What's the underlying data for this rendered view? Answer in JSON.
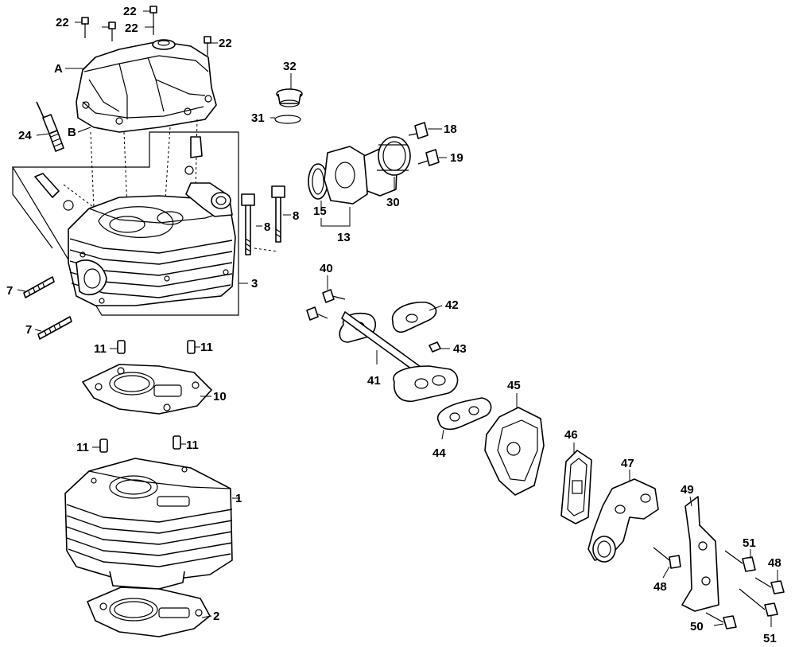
{
  "labels": [
    {
      "id": "22a",
      "text": "22"
    },
    {
      "id": "22b",
      "text": "22"
    },
    {
      "id": "22c",
      "text": "22"
    },
    {
      "id": "22d",
      "text": "22"
    },
    {
      "id": "A",
      "text": "A"
    },
    {
      "id": "B",
      "text": "B"
    },
    {
      "id": "24",
      "text": "24"
    },
    {
      "id": "32",
      "text": "32"
    },
    {
      "id": "31",
      "text": "31"
    },
    {
      "id": "18",
      "text": "18"
    },
    {
      "id": "19",
      "text": "19"
    },
    {
      "id": "30",
      "text": "30"
    },
    {
      "id": "15",
      "text": "15"
    },
    {
      "id": "13",
      "text": "13"
    },
    {
      "id": "8a",
      "text": "8"
    },
    {
      "id": "8b",
      "text": "8"
    },
    {
      "id": "3",
      "text": "3"
    },
    {
      "id": "7a",
      "text": "7"
    },
    {
      "id": "7b",
      "text": "7"
    },
    {
      "id": "40",
      "text": "40"
    },
    {
      "id": "42",
      "text": "42"
    },
    {
      "id": "43",
      "text": "43"
    },
    {
      "id": "41",
      "text": "41"
    },
    {
      "id": "11a",
      "text": "11"
    },
    {
      "id": "11b",
      "text": "11"
    },
    {
      "id": "10",
      "text": "10"
    },
    {
      "id": "45",
      "text": "45"
    },
    {
      "id": "44",
      "text": "44"
    },
    {
      "id": "46",
      "text": "46"
    },
    {
      "id": "11c",
      "text": "11"
    },
    {
      "id": "11d",
      "text": "11"
    },
    {
      "id": "47",
      "text": "47"
    },
    {
      "id": "49",
      "text": "49"
    },
    {
      "id": "1",
      "text": "1"
    },
    {
      "id": "51a",
      "text": "51"
    },
    {
      "id": "48a",
      "text": "48"
    },
    {
      "id": "48b",
      "text": "48"
    },
    {
      "id": "2",
      "text": "2"
    },
    {
      "id": "50",
      "text": "50"
    },
    {
      "id": "51b",
      "text": "51"
    }
  ]
}
